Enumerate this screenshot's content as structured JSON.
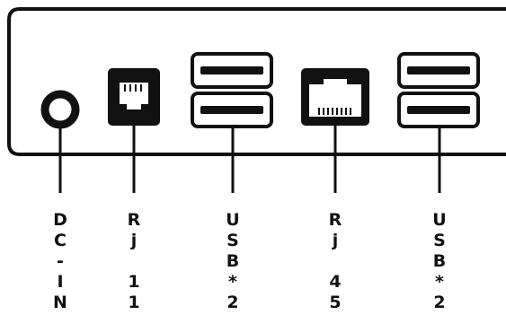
{
  "ports": [
    {
      "id": "dc-in",
      "label": "DC-IN",
      "icon": "dc-jack-icon"
    },
    {
      "id": "rj11",
      "label": "Rj 11",
      "icon": "rj11-port-icon"
    },
    {
      "id": "usb-a",
      "label": "USB*2",
      "icon": "usb-double-port-icon"
    },
    {
      "id": "rj45",
      "label": "Rj 45",
      "icon": "rj45-port-icon"
    },
    {
      "id": "usb-b",
      "label": "USB*2",
      "icon": "usb-double-port-icon"
    }
  ],
  "colors": {
    "stroke": "#111111",
    "background": "#ffffff"
  }
}
